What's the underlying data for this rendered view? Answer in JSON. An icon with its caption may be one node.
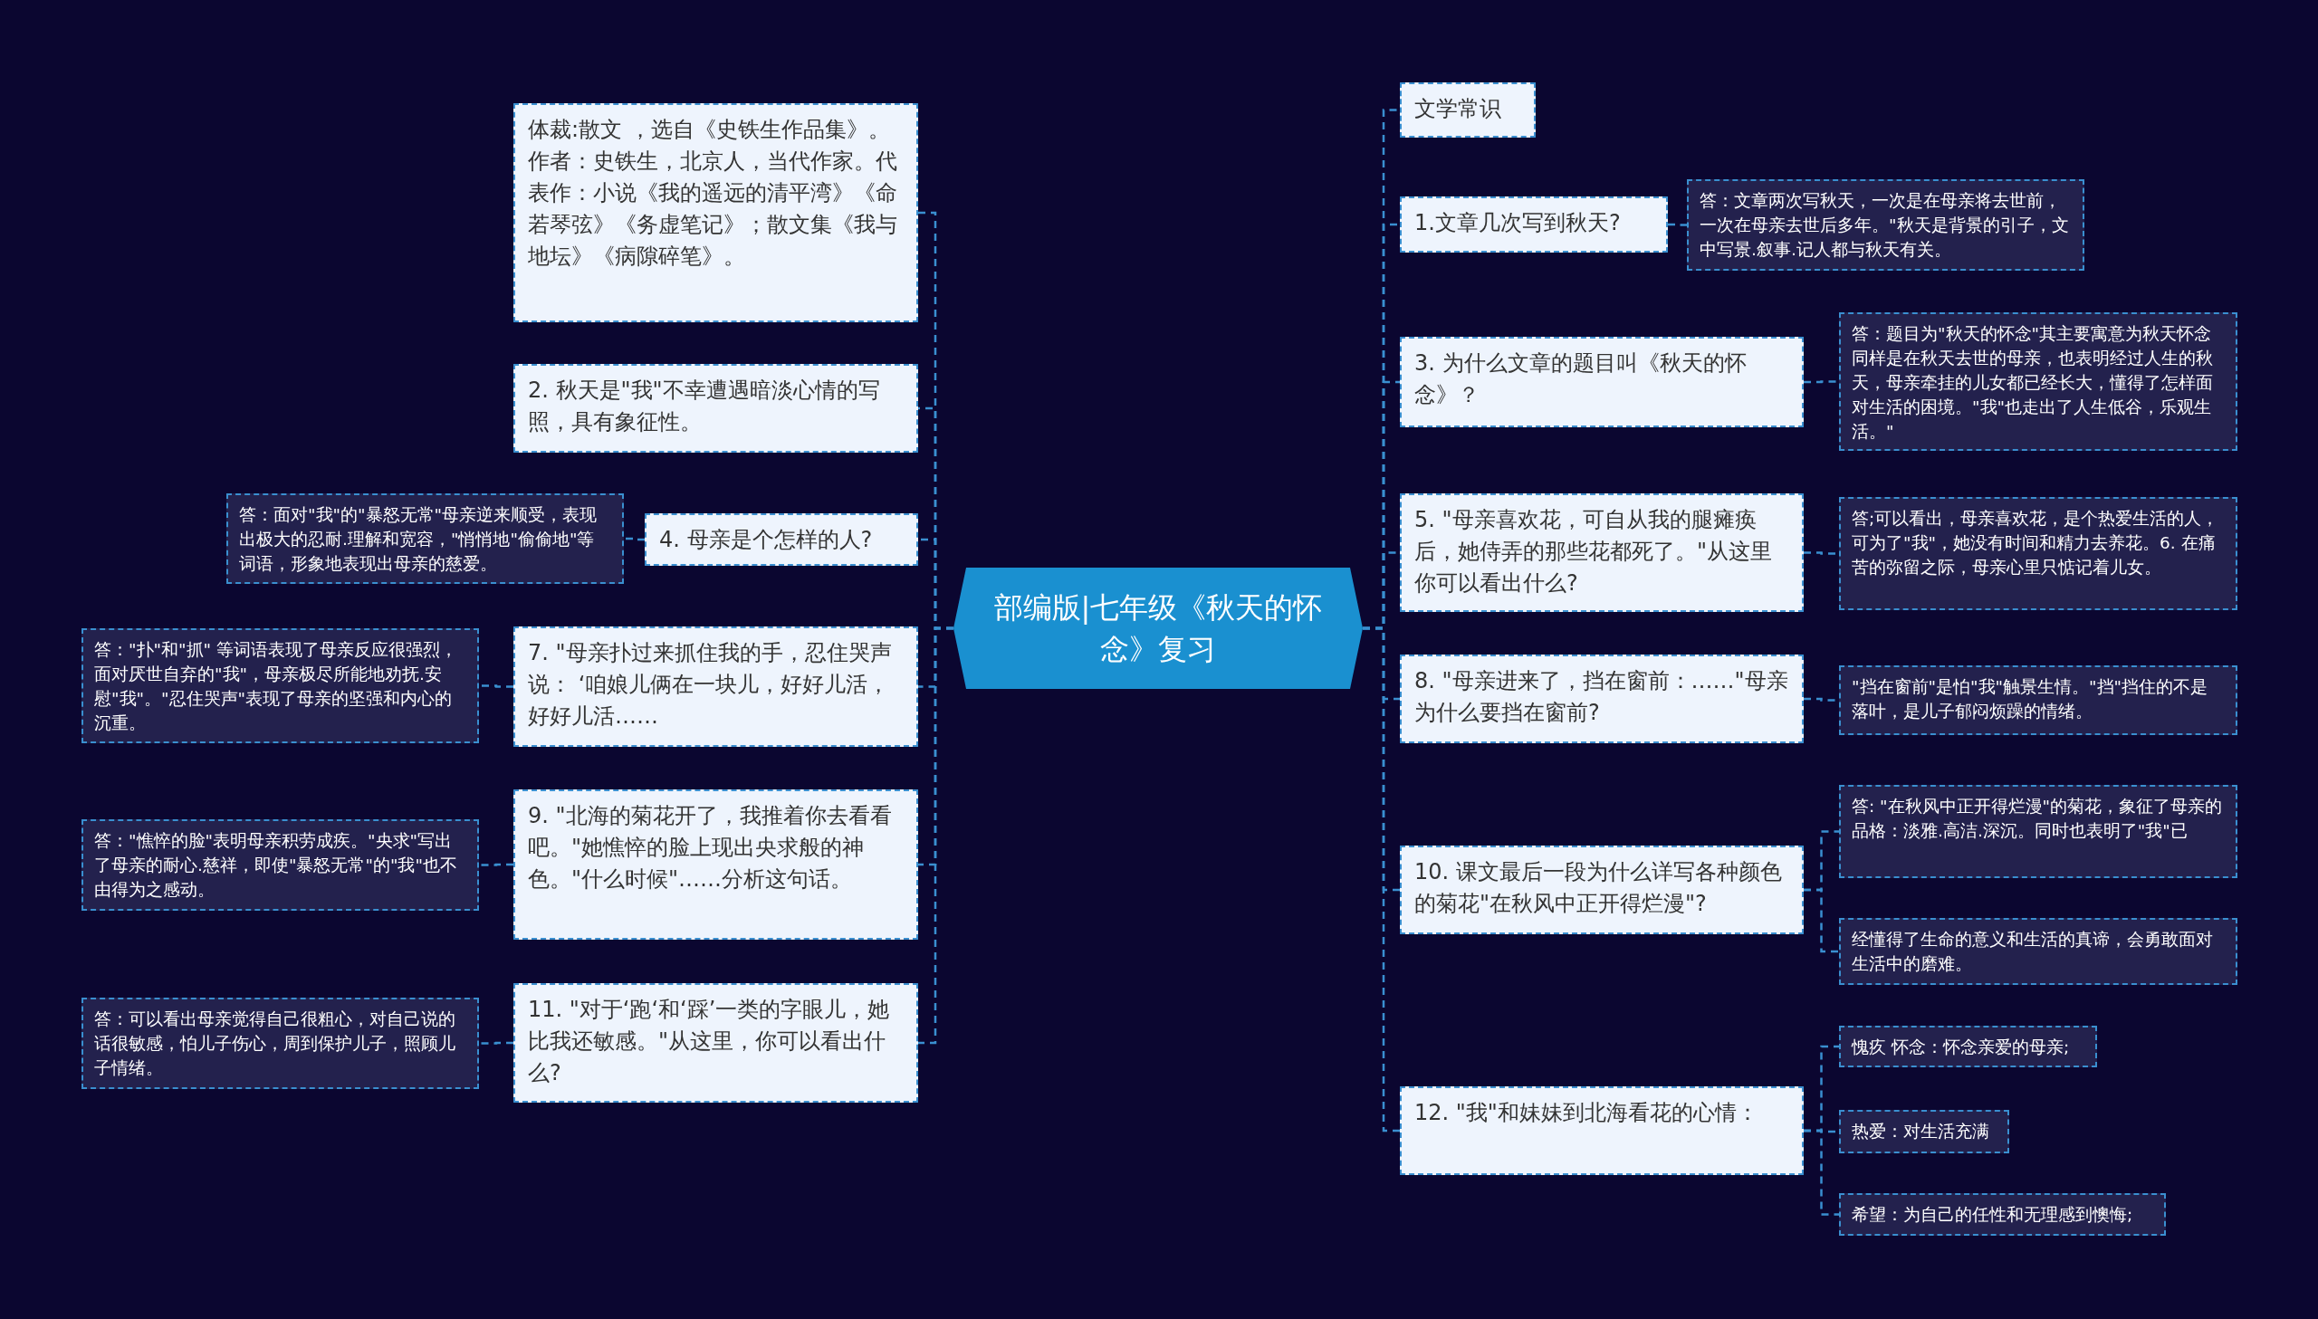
{
  "diagram": {
    "nodes": [
      {
        "text": [
          "部编版|七年级《秋天的怀念》复习"
        ]
      },
      {
        "text": [
          "体裁:散文 ，选自《史铁生作品集》。作者：史铁生，北京人，当代作家。代表作：小说《我的遥远的清平湾》《命若琴弦》《务虚笔记》；散文集《我与地坛》《病隙碎笔》。"
        ]
      },
      {
        "text": [
          "2. 秋天是\"我\"不幸遭遇暗淡心情的写照，具有象征性。"
        ]
      },
      {
        "text": [
          "4. 母亲是个怎样的人?"
        ]
      },
      {
        "text": [
          "答：面对\"我\"的\"暴怒无常\"母亲逆来顺受，表现出极大的忍耐.理解和宽容，\"悄悄地\"偷偷地\"等词语，形象地表现出母亲的慈爱。"
        ]
      },
      {
        "text": [
          "7. \"母亲扑过来抓住我的手，忍住哭声说： ‘咱娘儿俩在一块儿，好好儿活，好好儿活……"
        ]
      },
      {
        "text": [
          "答：\"扑\"和\"抓\" 等词语表现了母亲反应很强烈，面对厌世自弃的\"我\"，母亲极尽所能地劝抚.安慰\"我\"。\"忍住哭声\"表现了母亲的坚强和内心的沉重。"
        ]
      },
      {
        "text": [
          "9. \"北海的菊花开了，我推着你去看看吧。\"她憔悴的脸上现出央求般的神色。\"什么时候\"……分析这句话。"
        ]
      },
      {
        "text": [
          "答：\"憔悴的脸\"表明母亲积劳成疾。\"央求\"写出了母亲的耐心.慈祥，即使\"暴怒无常\"的\"我\"也不由得为之感动。"
        ]
      },
      {
        "text": [
          "11. \"对于‘跑‘和‘踩’一类的字眼儿，她比我还敏感。\"从这里，你可以看出什么?"
        ]
      },
      {
        "text": [
          "答：可以看出母亲觉得自己很粗心，对自己说的话很敏感，怕儿子伤心，周到保护儿子，照顾儿子情绪。"
        ]
      },
      {
        "text": [
          "文学常识"
        ]
      },
      {
        "text": [
          "1.文章几次写到秋天?"
        ]
      },
      {
        "text": [
          "答：文章两次写秋天，一次是在母亲将去世前，一次在母亲去世后多年。\"秋天是背景的引子，文中写景.叙事.记人都与秋天有关。"
        ]
      },
      {
        "text": [
          "3. 为什么文章的题目叫《秋天的怀念》？"
        ]
      },
      {
        "text": [
          "答：题目为\"秋天的怀念\"其主要寓意为秋天怀念同样是在秋天去世的母亲，也表明经过人生的秋天，母亲牵挂的儿女都已经长大，懂得了怎样面对生活的困境。\"我\"也走出了人生低谷，乐观生活。\""
        ]
      },
      {
        "text": [
          "5. \"母亲喜欢花，可自从我的腿瘫痪后，她侍弄的那些花都死了。\"从这里你可以看出什么?"
        ]
      },
      {
        "text": [
          "答;可以看出，母亲喜欢花，是个热爱生活的人，可为了\"我\"，她没有时间和精力去养花。6. 在痛苦的弥留之际，母亲心里只惦记着儿女。"
        ]
      },
      {
        "text": [
          "8. \"母亲进来了，挡在窗前：……\"母亲为什么要挡在窗前?"
        ]
      },
      {
        "text": [
          "\"挡在窗前\"是怕\"我\"触景生情。\"挡\"挡住的不是落叶，是儿子郁闷烦躁的情绪。"
        ]
      },
      {
        "text": [
          "10. 课文最后一段为什么详写各种颜色的菊花\"在秋风中正开得烂漫\"?"
        ]
      },
      {
        "text": [
          "答: \"在秋风中正开得烂漫\"的菊花，象征了母亲的品格：淡雅.高洁.深沉。同时也表明了\"我\"已"
        ]
      },
      {
        "text": [
          "经懂得了生命的意义和生活的真谛，会勇敢面对生活中的磨难。"
        ]
      },
      {
        "text": [
          "12. \"我\"和妹妹到北海看花的心情："
        ]
      },
      {
        "text": [
          "愧疚 怀念：怀念亲爱的母亲;"
        ]
      },
      {
        "text": [
          "热爱：对生活充满"
        ]
      },
      {
        "text": [
          "希望：为自己的任性和无理感到懊悔;"
        ]
      }
    ],
    "edges": [
      {
        "from": 0,
        "to": 1,
        "arrow": "none",
        "style": "dashed"
      },
      {
        "from": 0,
        "to": 2,
        "arrow": "none",
        "style": "dashed"
      },
      {
        "from": 0,
        "to": 3,
        "arrow": "none",
        "style": "dashed"
      },
      {
        "from": 3,
        "to": 4,
        "arrow": "none",
        "style": "dashed"
      },
      {
        "from": 0,
        "to": 5,
        "arrow": "none",
        "style": "dashed"
      },
      {
        "from": 5,
        "to": 6,
        "arrow": "none",
        "style": "dashed"
      },
      {
        "from": 0,
        "to": 7,
        "arrow": "none",
        "style": "dashed"
      },
      {
        "from": 7,
        "to": 8,
        "arrow": "none",
        "style": "dashed"
      },
      {
        "from": 0,
        "to": 9,
        "arrow": "none",
        "style": "dashed"
      },
      {
        "from": 9,
        "to": 10,
        "arrow": "none",
        "style": "dashed"
      },
      {
        "from": 0,
        "to": 11,
        "arrow": "none",
        "style": "dashed"
      },
      {
        "from": 0,
        "to": 12,
        "arrow": "none",
        "style": "dashed"
      },
      {
        "from": 12,
        "to": 13,
        "arrow": "none",
        "style": "dashed"
      },
      {
        "from": 0,
        "to": 14,
        "arrow": "none",
        "style": "dashed"
      },
      {
        "from": 14,
        "to": 15,
        "arrow": "none",
        "style": "dashed"
      },
      {
        "from": 0,
        "to": 16,
        "arrow": "none",
        "style": "dashed"
      },
      {
        "from": 16,
        "to": 17,
        "arrow": "none",
        "style": "dashed"
      },
      {
        "from": 0,
        "to": 18,
        "arrow": "none",
        "style": "dashed"
      },
      {
        "from": 18,
        "to": 19,
        "arrow": "none",
        "style": "dashed"
      },
      {
        "from": 0,
        "to": 20,
        "arrow": "none",
        "style": "dashed"
      },
      {
        "from": 20,
        "to": 21,
        "arrow": "none",
        "style": "dashed"
      },
      {
        "from": 20,
        "to": 22,
        "arrow": "none",
        "style": "dashed"
      },
      {
        "from": 0,
        "to": 23,
        "arrow": "none",
        "style": "dashed"
      },
      {
        "from": 23,
        "to": 24,
        "arrow": "none",
        "style": "dashed"
      },
      {
        "from": 23,
        "to": 25,
        "arrow": "none",
        "style": "dashed"
      },
      {
        "from": 23,
        "to": 26,
        "arrow": "none",
        "style": "dashed"
      }
    ]
  }
}
